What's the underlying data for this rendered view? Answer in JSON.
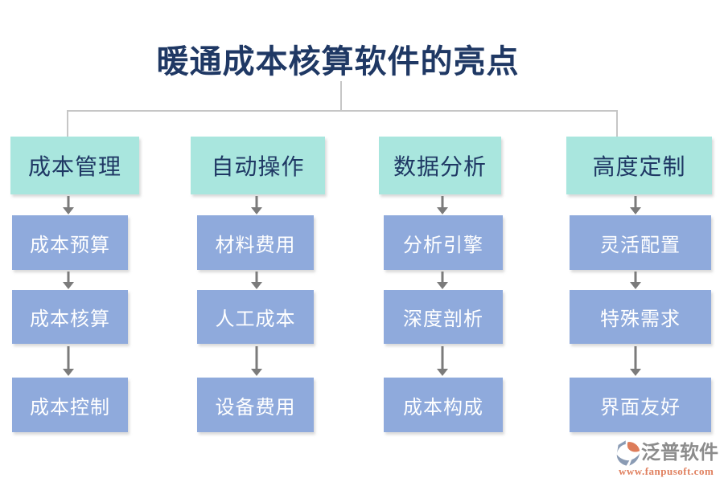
{
  "title": "暖通成本核算软件的亮点",
  "columns": [
    {
      "header": "成本管理",
      "items": [
        "成本预算",
        "成本核算",
        "成本控制"
      ]
    },
    {
      "header": "自动操作",
      "items": [
        "材料费用",
        "人工成本",
        "设备费用"
      ]
    },
    {
      "header": "数据分析",
      "items": [
        "分析引擎",
        "深度剖析",
        "成本构成"
      ]
    },
    {
      "header": "高度定制",
      "items": [
        "灵活配置",
        "特殊需求",
        "界面友好"
      ]
    }
  ],
  "footer": {
    "brand": "泛普软件",
    "url": "www.fanpusoft.com"
  },
  "colors": {
    "page_bg": "#FFFFFF",
    "title_text": "#1F3864",
    "header_bg": "#A9E6DE",
    "header_text": "#1F3864",
    "node_bg": "#8FAADC",
    "node_text": "#FFFFFF",
    "line": "#C6C6C6",
    "arrow": "#7B7B7B",
    "brand_text": "#8C8C8C",
    "url_text": "#E0805F",
    "logo_blue": "#8A9BB4",
    "logo_orange": "#DD7C5A"
  }
}
